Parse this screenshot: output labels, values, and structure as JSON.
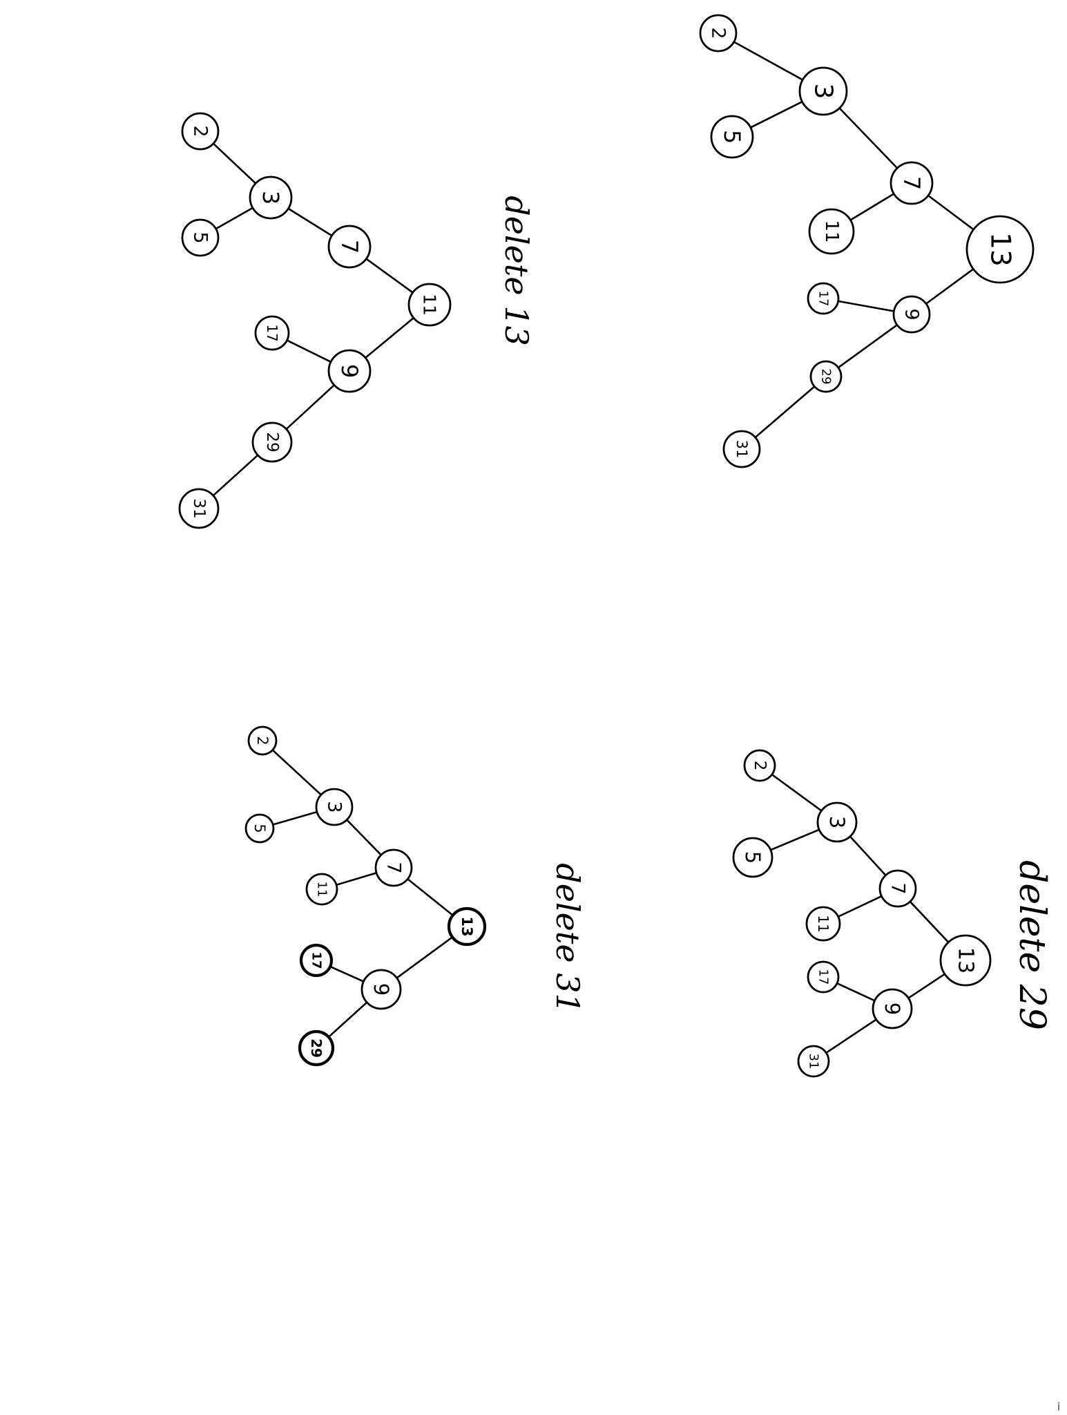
{
  "diagrams": [
    {
      "caption": "",
      "nodes": [
        {
          "id": "n2",
          "label": "2"
        },
        {
          "id": "n3",
          "label": "3"
        },
        {
          "id": "n5",
          "label": "5"
        },
        {
          "id": "n7",
          "label": "7"
        },
        {
          "id": "n11",
          "label": "11"
        },
        {
          "id": "n13",
          "label": "13"
        },
        {
          "id": "n17",
          "label": "17"
        },
        {
          "id": "n9",
          "label": "9"
        },
        {
          "id": "n29",
          "label": "29"
        },
        {
          "id": "n31",
          "label": "31"
        }
      ],
      "edges": [
        [
          "n2",
          "n3"
        ],
        [
          "n5",
          "n3"
        ],
        [
          "n3",
          "n7"
        ],
        [
          "n11",
          "n7"
        ],
        [
          "n7",
          "n13"
        ],
        [
          "n13",
          "n9"
        ],
        [
          "n17",
          "n9"
        ],
        [
          "n9",
          "n29"
        ],
        [
          "n29",
          "n31"
        ]
      ]
    },
    {
      "caption": "delete 13",
      "nodes": [
        {
          "id": "n2",
          "label": "2"
        },
        {
          "id": "n3",
          "label": "3"
        },
        {
          "id": "n5",
          "label": "5"
        },
        {
          "id": "n7",
          "label": "7"
        },
        {
          "id": "n11",
          "label": "11"
        },
        {
          "id": "n17",
          "label": "17"
        },
        {
          "id": "n9",
          "label": "9"
        },
        {
          "id": "n29",
          "label": "29"
        },
        {
          "id": "n31",
          "label": "31"
        }
      ],
      "edges": [
        [
          "n2",
          "n3"
        ],
        [
          "n5",
          "n3"
        ],
        [
          "n3",
          "n7"
        ],
        [
          "n7",
          "n11"
        ],
        [
          "n11",
          "n9"
        ],
        [
          "n17",
          "n9"
        ],
        [
          "n9",
          "n29"
        ],
        [
          "n29",
          "n31"
        ]
      ]
    },
    {
      "caption": "delete 29",
      "nodes": [
        {
          "id": "n2",
          "label": "2"
        },
        {
          "id": "n3",
          "label": "3"
        },
        {
          "id": "n5",
          "label": "5"
        },
        {
          "id": "n7",
          "label": "7"
        },
        {
          "id": "n11",
          "label": "11"
        },
        {
          "id": "n13",
          "label": "13"
        },
        {
          "id": "n17",
          "label": "17"
        },
        {
          "id": "n9",
          "label": "9"
        },
        {
          "id": "n31",
          "label": "31"
        }
      ],
      "edges": [
        [
          "n2",
          "n3"
        ],
        [
          "n5",
          "n3"
        ],
        [
          "n3",
          "n7"
        ],
        [
          "n11",
          "n7"
        ],
        [
          "n7",
          "n13"
        ],
        [
          "n13",
          "n9"
        ],
        [
          "n17",
          "n9"
        ],
        [
          "n9",
          "n31"
        ]
      ]
    },
    {
      "caption": "delete 31",
      "nodes": [
        {
          "id": "n2",
          "label": "2"
        },
        {
          "id": "n3",
          "label": "3"
        },
        {
          "id": "n5",
          "label": "5"
        },
        {
          "id": "n7",
          "label": "7"
        },
        {
          "id": "n11",
          "label": "11"
        },
        {
          "id": "n13",
          "label": "13",
          "emphasis": true
        },
        {
          "id": "n17",
          "label": "17",
          "emphasis": true
        },
        {
          "id": "n9",
          "label": "9"
        },
        {
          "id": "n29",
          "label": "29",
          "emphasis": true
        }
      ],
      "edges": [
        [
          "n2",
          "n3"
        ],
        [
          "n5",
          "n3"
        ],
        [
          "n3",
          "n7"
        ],
        [
          "n11",
          "n7"
        ],
        [
          "n7",
          "n13"
        ],
        [
          "n13",
          "n9"
        ],
        [
          "n17",
          "n9"
        ],
        [
          "n9",
          "n29"
        ]
      ]
    }
  ],
  "corner_mark": "i"
}
